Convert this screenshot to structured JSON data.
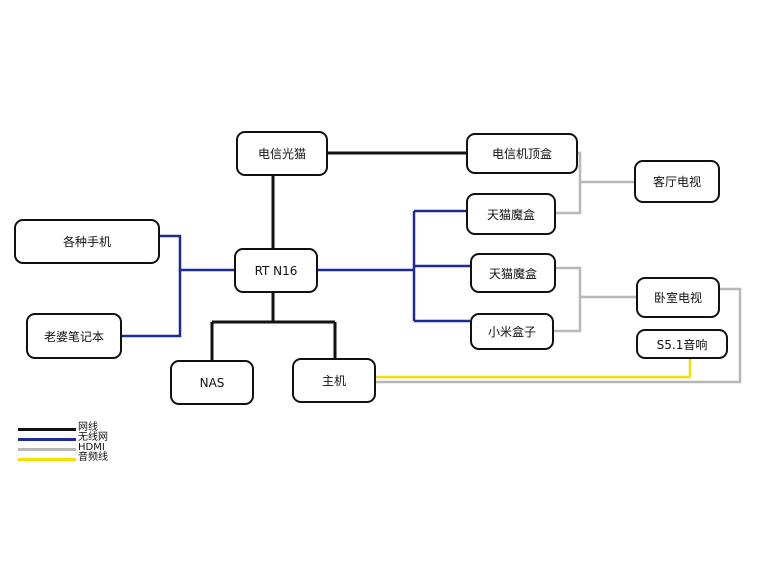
{
  "colors": {
    "wired": "#111111",
    "wireless": "#1f2a9a",
    "hdmi": "#b8b8b8",
    "audio": "#f2e100"
  },
  "nodes": {
    "telecom_modem": "电信光猫",
    "phones": "各种手机",
    "router": "RT N16",
    "laptop": "老婆笔记本",
    "nas": "NAS",
    "pc": "主机",
    "iptv_box": "电信机顶盒",
    "tmall_box_1": "天猫魔盒",
    "living_tv": "客厅电视",
    "tmall_box_2": "天猫魔盒",
    "mi_box": "小米盒子",
    "bedroom_tv": "卧室电视",
    "speaker": "S5.1音响"
  },
  "legend": [
    {
      "label": "网线",
      "color": "#111111"
    },
    {
      "label": "无线网",
      "color": "#1f2a9a"
    },
    {
      "label": "HDMI",
      "color": "#b8b8b8"
    },
    {
      "label": "音频线",
      "color": "#f2e100"
    }
  ]
}
